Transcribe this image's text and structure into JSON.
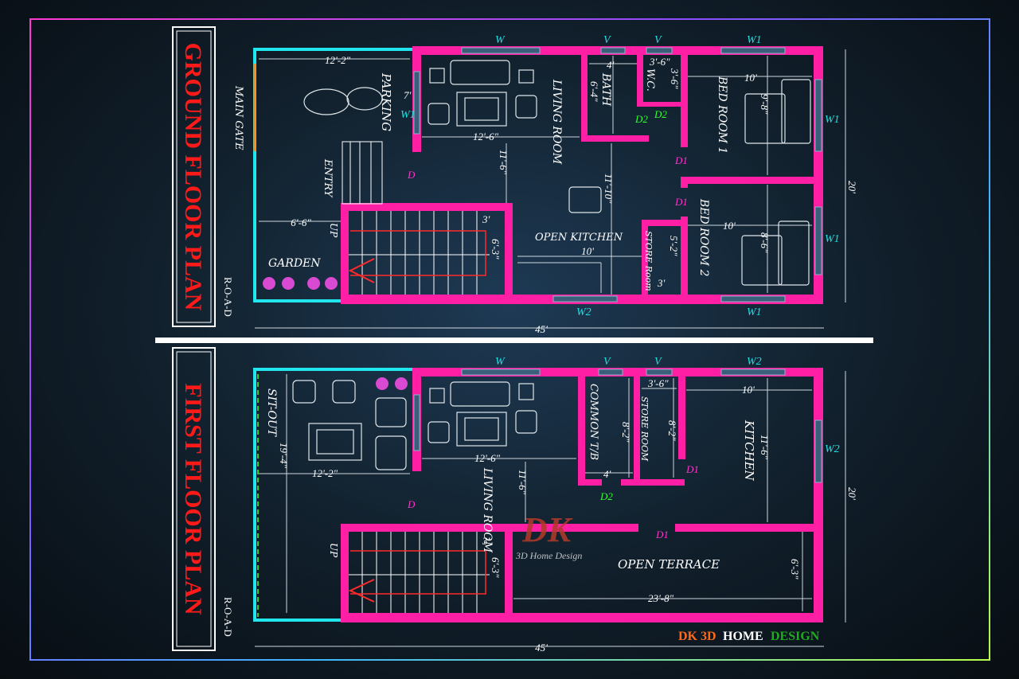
{
  "ground": {
    "title": "GROUND FLOOR PLAN",
    "road": "R-O-A-D",
    "main_gate": "MAIN GATE",
    "parking": "PARKING",
    "entry": "ENTRY",
    "garden": "GARDEN",
    "living_room": "LIVING ROOM",
    "bath": "BATH",
    "wc": "W.C.",
    "bed_room_1": "BED ROOM 1",
    "bed_room_2": "BED ROOM 2",
    "open_kitchen": "OPEN KITCHEN",
    "store_room": "STORE Room",
    "up": "UP",
    "dims": {
      "parking_width": "12'-2\"",
      "side_7": "7'",
      "living_width": "12'-6\"",
      "living_depth": "11'-6\"",
      "bath_width": "4'",
      "bath_depth": "6'-4\"",
      "wc_width": "3'-6\"",
      "wc_depth": "3'-6\"",
      "bed1_width": "10'",
      "bed1_depth": "9'-8\"",
      "kitchen_depth": "11'-10\"",
      "bed2_width": "10'",
      "bed2_depth": "8'-6\"",
      "garden_width": "6'-6\"",
      "stair_3": "3'",
      "stair_depth": "6'-3\"",
      "kitchen_width": "10'",
      "store_depth": "5'-2\"",
      "store_width": "3'",
      "overall_length": "45'",
      "overall_width": "20'"
    },
    "marks": {
      "w": "W",
      "w1": "W1",
      "v": "V",
      "d": "D",
      "d1": "D1",
      "d2": "D2",
      "w2": "W2"
    }
  },
  "first": {
    "title": "FIRST FLOOR PLAN",
    "road": "R-O-A-D",
    "sit_out": "SIT-OUT",
    "living_room": "LIVING ROOM",
    "common_tb": "COMMON T/B",
    "store_room": "STORE ROOM",
    "kitchen": "KITCHEN",
    "open_terrace": "OPEN TERRACE",
    "up": "UP",
    "dims": {
      "sitout_depth": "19'-4\"",
      "sitout_width": "12'-2\"",
      "living_width": "12'-6\"",
      "living_depth": "11'-6\"",
      "tb_depth": "8'-2\"",
      "tb_width": "4'",
      "store_width": "3'-6\"",
      "store_depth": "8'-2\"",
      "kitchen_width": "10'",
      "kitchen_depth": "11'-6\"",
      "stair_3": "3'",
      "stair_depth": "6'-3\"",
      "terrace_width": "23'-8\"",
      "terrace_depth": "6'-3\"",
      "overall_length": "45'",
      "overall_width": "20'"
    },
    "marks": {
      "w": "W",
      "v": "V",
      "w2": "W2",
      "d": "D",
      "d1": "D1",
      "d2": "D2"
    }
  },
  "watermark": {
    "logo": "DK",
    "text": "3D Home Design"
  },
  "brand": {
    "dk": "DK",
    "three_d": "3D",
    "home": "HOME",
    "design": "DESIGN"
  },
  "colors": {
    "wall": "#ff1fa5",
    "cyan": "#22e6ee",
    "door": "#ff33cc",
    "door_green": "#33ff33",
    "title": "#ff1a1a",
    "brand_orange": "#ff6a1a",
    "brand_green": "#22aa22"
  }
}
